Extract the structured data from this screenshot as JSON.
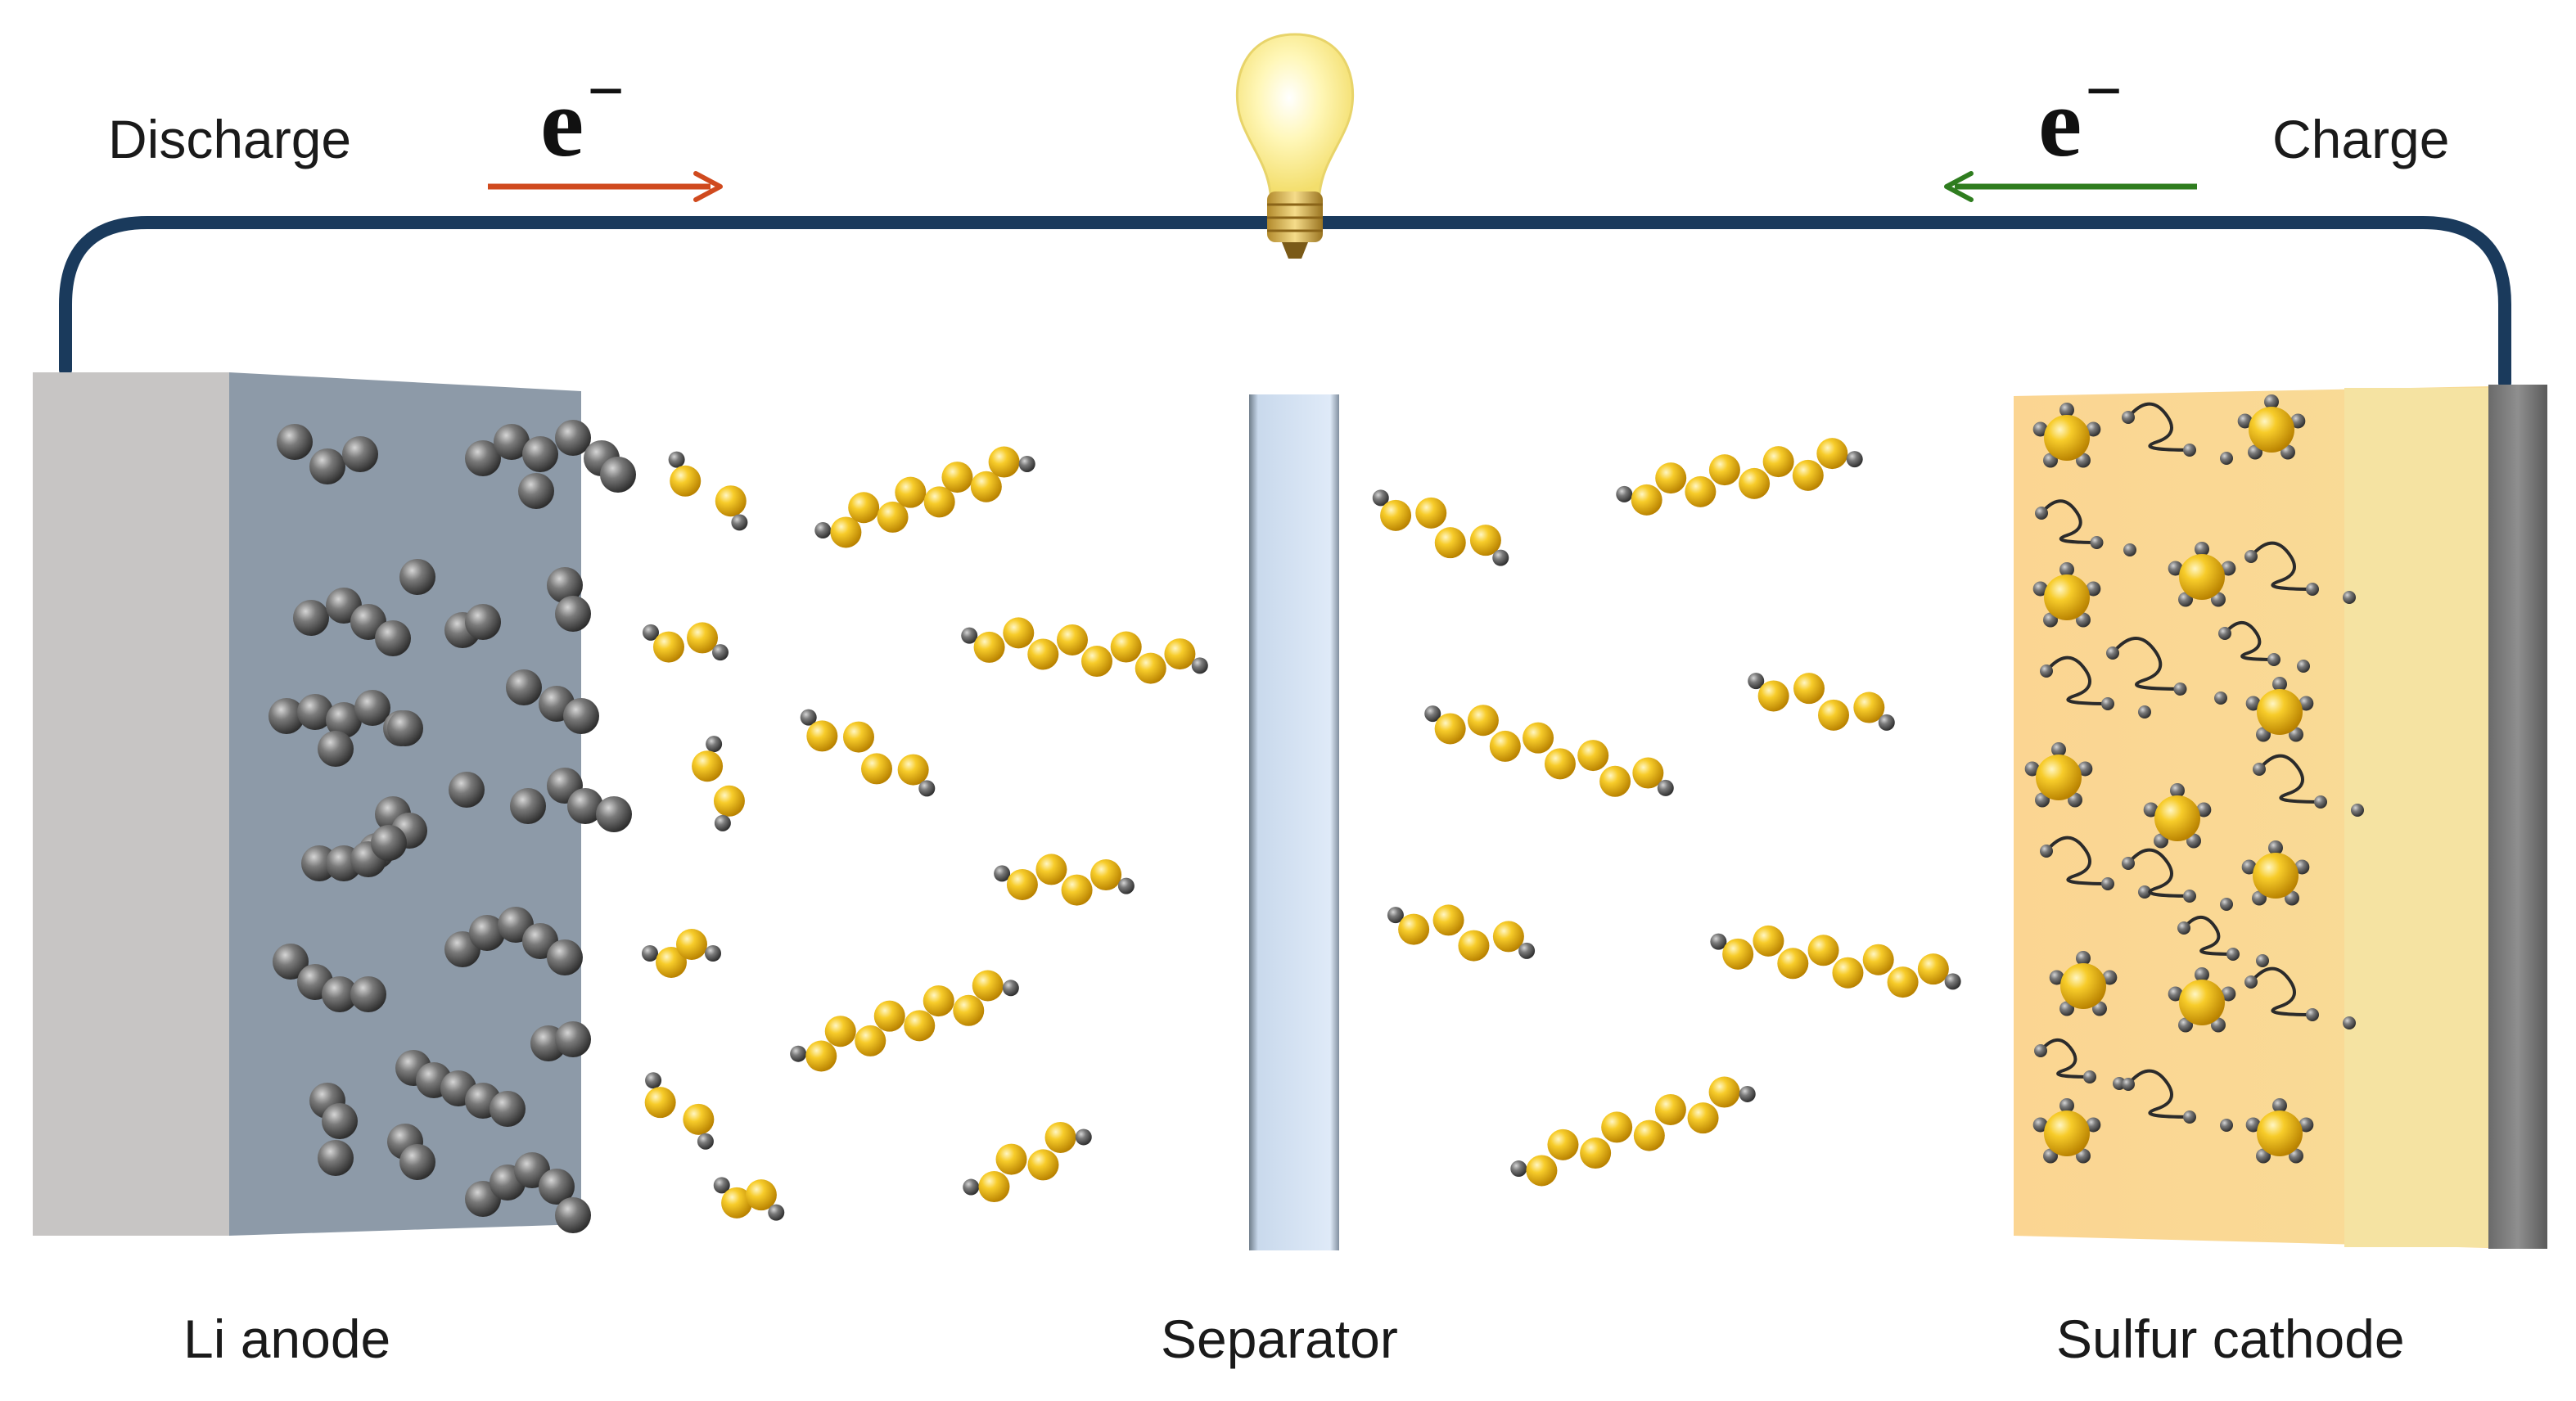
{
  "labels": {
    "discharge": "Discharge",
    "charge": "Charge",
    "electron_symbol": "e",
    "electron_charge": "−",
    "anode": "Li anode",
    "separator": "Separator",
    "cathode": "Sulfur cathode"
  },
  "colors": {
    "circuit_wire": "#1a3a5c",
    "discharge_arrow": "#d04a1e",
    "charge_arrow": "#2f7d1f",
    "anode_face": "#c7c5c4",
    "anode_body": "#8d9aa8",
    "separator": "#d9e6f6",
    "cathode_gradient_start": "#fbd592",
    "cathode_gradient_end": "#f6e3a0",
    "current_collector": "#7f7f7f",
    "sulfur": "#f3b80f",
    "lithium": "#5c5c5c",
    "bulb": "#fff6b0"
  },
  "icons": [
    "light-bulb-icon",
    "discharge-arrow-icon",
    "charge-arrow-icon",
    "li-atom-icon",
    "polysulfide-chain-icon",
    "sulfur-cluster-icon",
    "carbon-host-icon"
  ]
}
